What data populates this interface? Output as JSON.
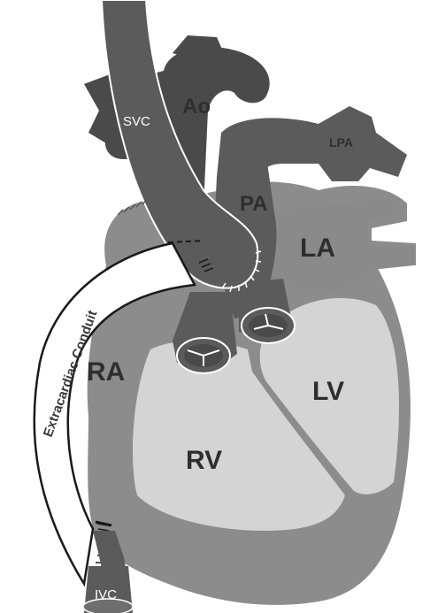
{
  "diagram": {
    "labels": {
      "svc": "SVC",
      "ao": "Ao",
      "lpa": "LPA",
      "pa": "PA",
      "la": "LA",
      "ra": "RA",
      "lv": "LV",
      "rv": "RV",
      "ivc": "IVC",
      "conduit": "Extracardiac Conduit"
    },
    "colors": {
      "heart_body": "#8c8c8c",
      "ventricle_fill": "#d4d4d4",
      "great_vessels": "#5b5b5b",
      "dark_vessels": "#4a4a4a",
      "conduit_fill": "#ffffff",
      "outline": "#1a1a1a",
      "stitches": "#ffffff"
    }
  }
}
